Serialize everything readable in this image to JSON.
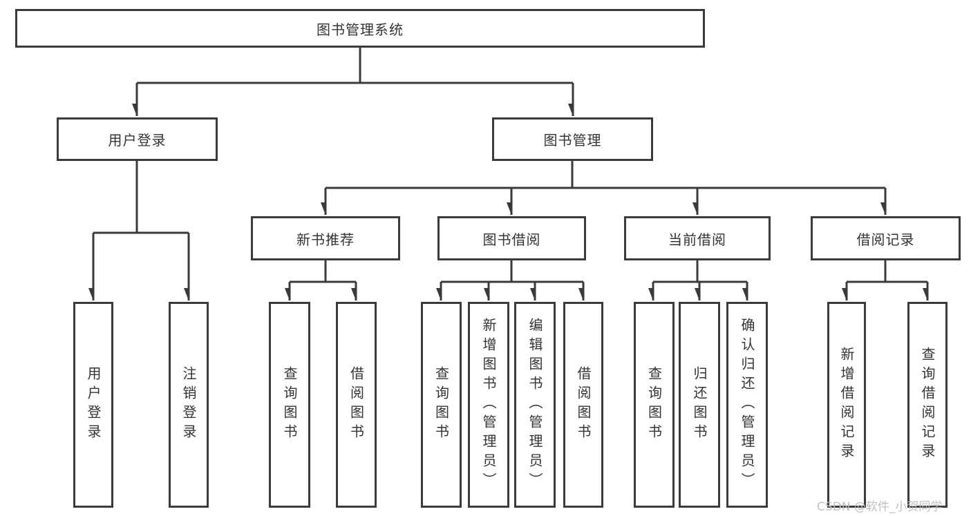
{
  "diagram": {
    "root": {
      "label": "图书管理系统"
    },
    "user_login": {
      "label": "用户登录",
      "children": [
        {
          "label": "用户登录"
        },
        {
          "label": "注销登录"
        }
      ]
    },
    "book_mgmt": {
      "label": "图书管理",
      "groups": [
        {
          "label": "新书推荐",
          "children": [
            {
              "label": "查询图书"
            },
            {
              "label": "借阅图书"
            }
          ]
        },
        {
          "label": "图书借阅",
          "children": [
            {
              "label": "查询图书"
            },
            {
              "label": "新增图书（管理员）"
            },
            {
              "label": "编辑图书（管理员）"
            },
            {
              "label": "借阅图书"
            }
          ]
        },
        {
          "label": "当前借阅",
          "children": [
            {
              "label": "查询图书"
            },
            {
              "label": "归还图书"
            },
            {
              "label": "确认归还（管理员）"
            }
          ]
        },
        {
          "label": "借阅记录",
          "children": [
            {
              "label": "新增借阅记录"
            },
            {
              "label": "查询借阅记录"
            }
          ]
        }
      ]
    }
  },
  "watermark": {
    "text": "CSDN @软件_小贺同学"
  },
  "colors": {
    "line": "#3a3a3a",
    "box_border": "#3a3a3a",
    "box_background": "#ffffff",
    "text": "#333333",
    "watermark": "#bcbcbc",
    "page_background": "#ffffff"
  }
}
